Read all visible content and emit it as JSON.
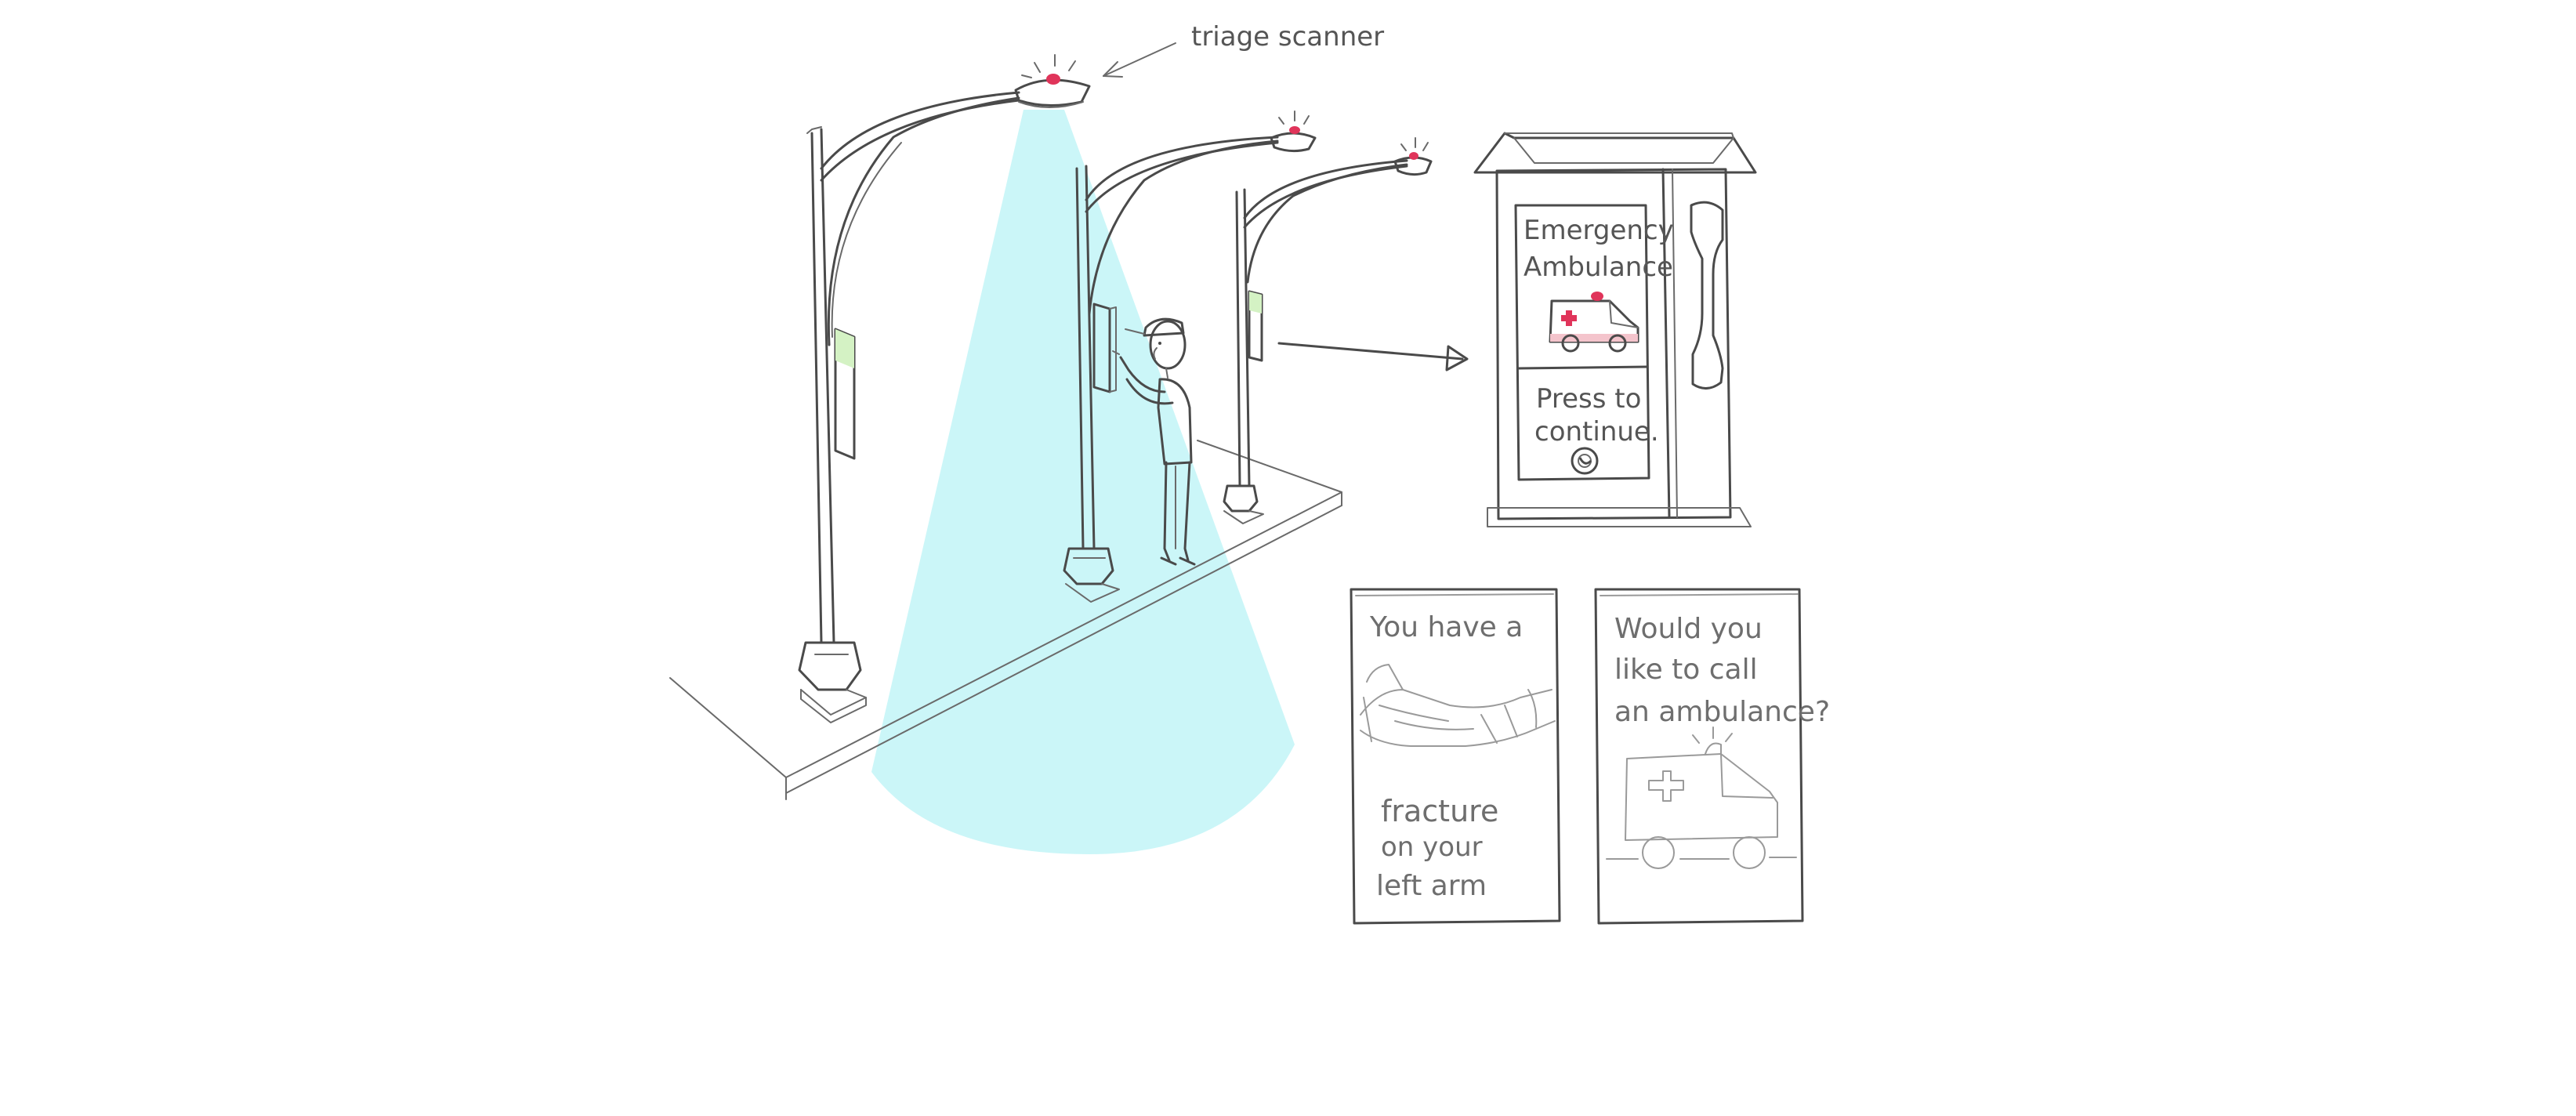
{
  "callout": {
    "label": "triage scanner"
  },
  "kiosk": {
    "screen_line1": "Emergency",
    "screen_line2": "Ambulance",
    "prompt_line1": "Press to",
    "prompt_line2": "continue."
  },
  "panel_left": {
    "line1": "You have a",
    "line2": "fracture",
    "line3": "on your",
    "line4": "left arm"
  },
  "panel_right": {
    "line1": "Would you",
    "line2": "like to call",
    "line3": "an ambulance?"
  },
  "colors": {
    "scanner_beam": "#cbf6f8",
    "kiosk_accent": "#d4f2c4",
    "handset": "#c4eeaa",
    "siren_red": "#e0345a",
    "outline": "#4a4a4a"
  }
}
